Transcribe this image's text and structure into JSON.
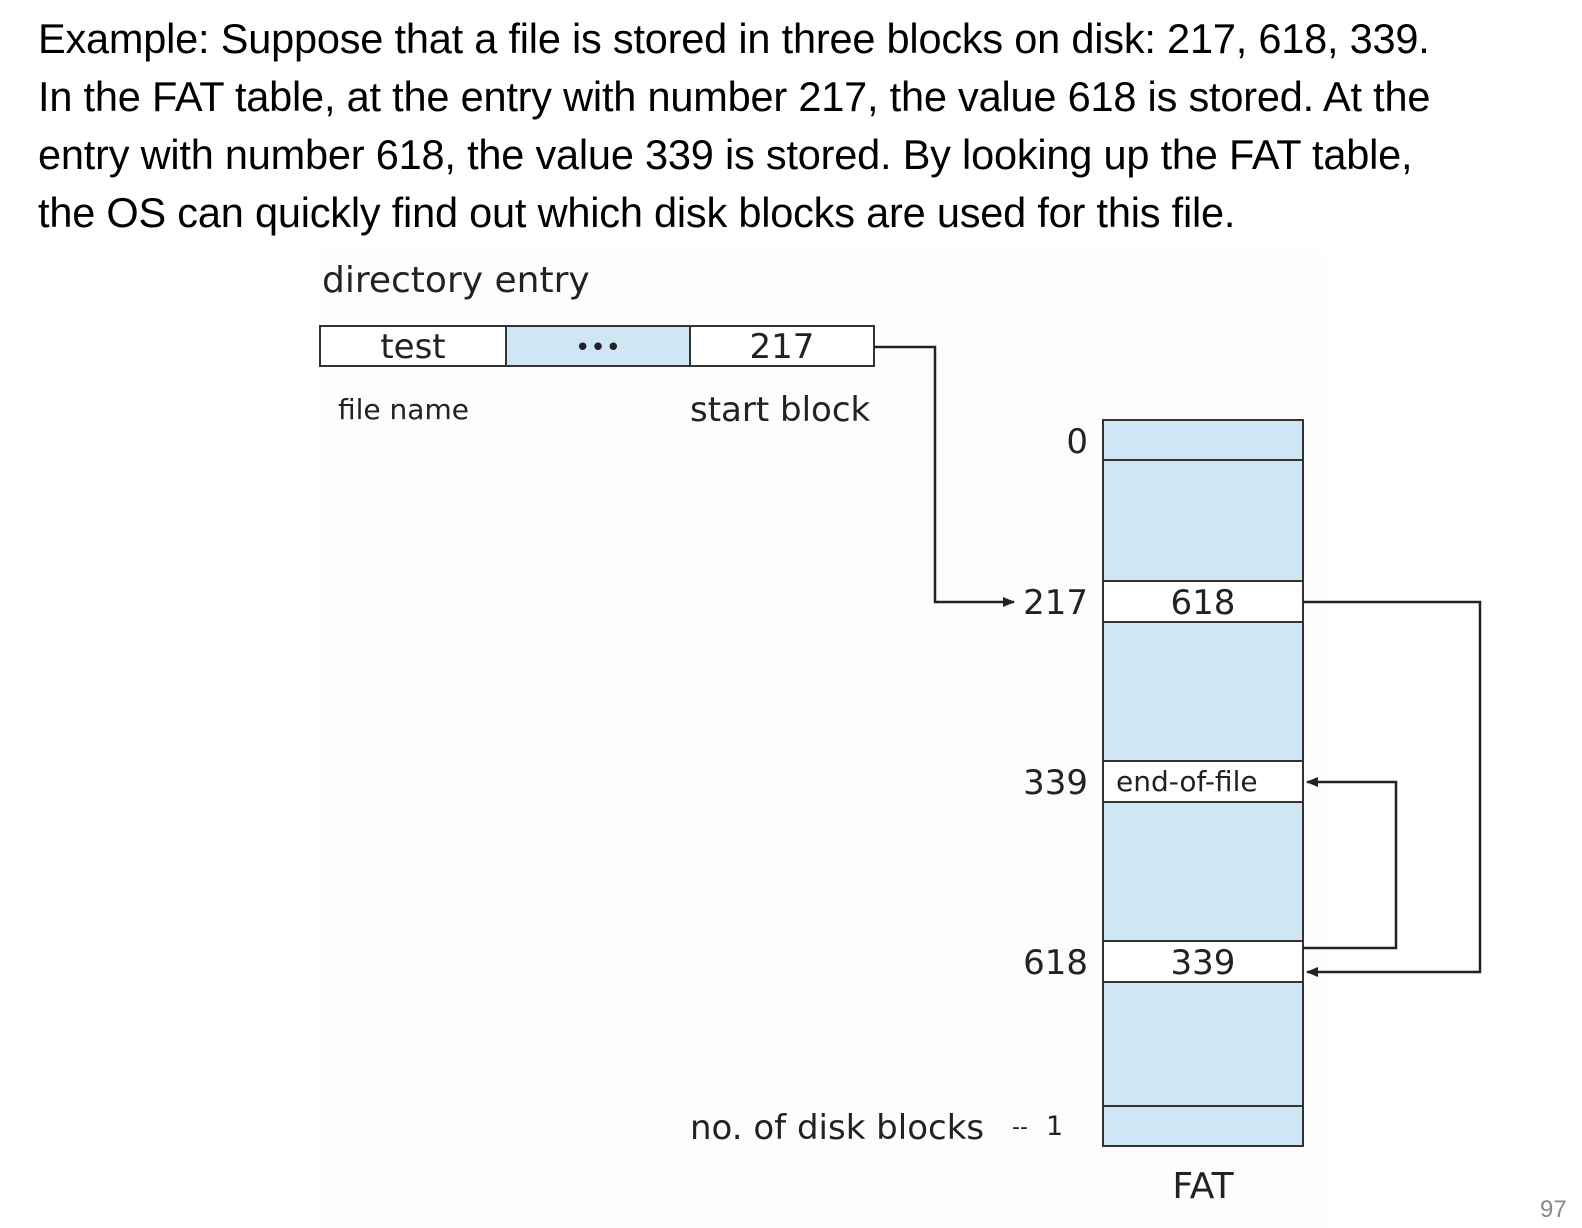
{
  "paragraph": {
    "line1": "Example: Suppose that a file is stored in three blocks on disk: 217, 618, 339.",
    "line2": "In the FAT table, at the entry with number 217, the value 618 is stored. At the",
    "line3": "entry with number 618, the value 339 is stored.  By looking up the FAT table,",
    "line4": "the OS can quickly find out which disk blocks are used for this file."
  },
  "directory_entry": {
    "title": "directory entry",
    "file_name_value": "test",
    "middle_value": "•••",
    "start_block_value": "217",
    "file_name_label": "file name",
    "start_block_label": "start block"
  },
  "fat": {
    "title": "FAT",
    "index_0": "0",
    "index_217": "217",
    "index_339": "339",
    "index_618": "618",
    "last_index_label": "no. of disk blocks",
    "last_index_dash": "--",
    "last_index_one": "1",
    "entry_217_value": "618",
    "entry_339_value": "end-of-file",
    "entry_618_value": "339"
  },
  "colors": {
    "fill": "#cfe6f5",
    "stroke": "#333333"
  },
  "page_number": "97"
}
